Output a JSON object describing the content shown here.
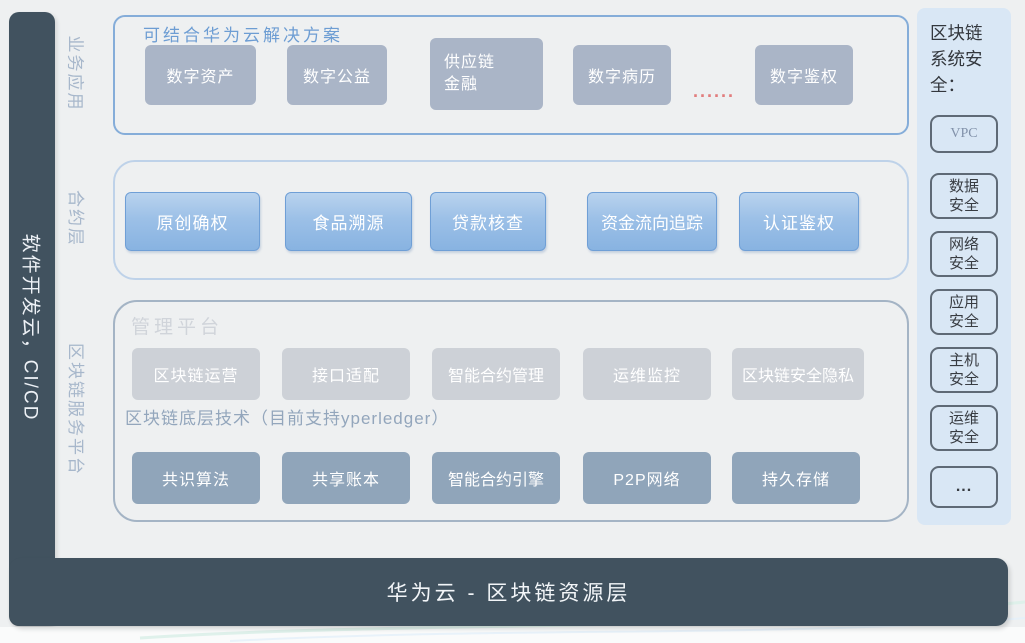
{
  "left_bar": {
    "label": "软件开发云，CI/CD"
  },
  "layers": {
    "business": {
      "side_label": "业务应用",
      "title": "可结合华为云解决方案",
      "items": [
        "数字资产",
        "数字公益",
        "供应链金融",
        "数字病历",
        "数字鉴权"
      ],
      "ellipsis": "......"
    },
    "contract": {
      "side_label": "合约层",
      "items": [
        "原创确权",
        "食品溯源",
        "贷款核查",
        "资金流向追踪",
        "认证鉴权"
      ]
    },
    "platform": {
      "side_label": "区块链服务平台",
      "mgmt_title": "管理平台",
      "mgmt_items": [
        "区块链运营",
        "接口适配",
        "智能合约管理",
        "运维监控",
        "区块链安全隐私"
      ],
      "tech_title": "区块链底层技术（目前支持yperledger）",
      "tech_items": [
        "共识算法",
        "共享账本",
        "智能合约引擎",
        "P2P网络",
        "持久存储"
      ]
    }
  },
  "security": {
    "title": "区块链系统安全：",
    "items": [
      "VPC",
      "数据安全",
      "网络安全",
      "应用安全",
      "主机安全",
      "运维安全",
      "..."
    ]
  },
  "bottom_bar": {
    "label": "华为云 - 区块链资源层"
  },
  "colors": {
    "dark_bar": "#41525f",
    "background": "#eef0f1",
    "sidebar_bg": "#d9e7f5",
    "business_button": "#aab5c7",
    "contract_button": "#88b3e1",
    "contract_button_border": "#6f9fd6",
    "mgmt_button": "#cdd1d7",
    "tech_button": "#90a5ba",
    "box1_border": "#85add9",
    "box2_border": "#bed2e9",
    "box3_border": "#a4b4c5",
    "title_blue": "#6d9dd3",
    "ellipsis_red": "#e27d7d"
  }
}
